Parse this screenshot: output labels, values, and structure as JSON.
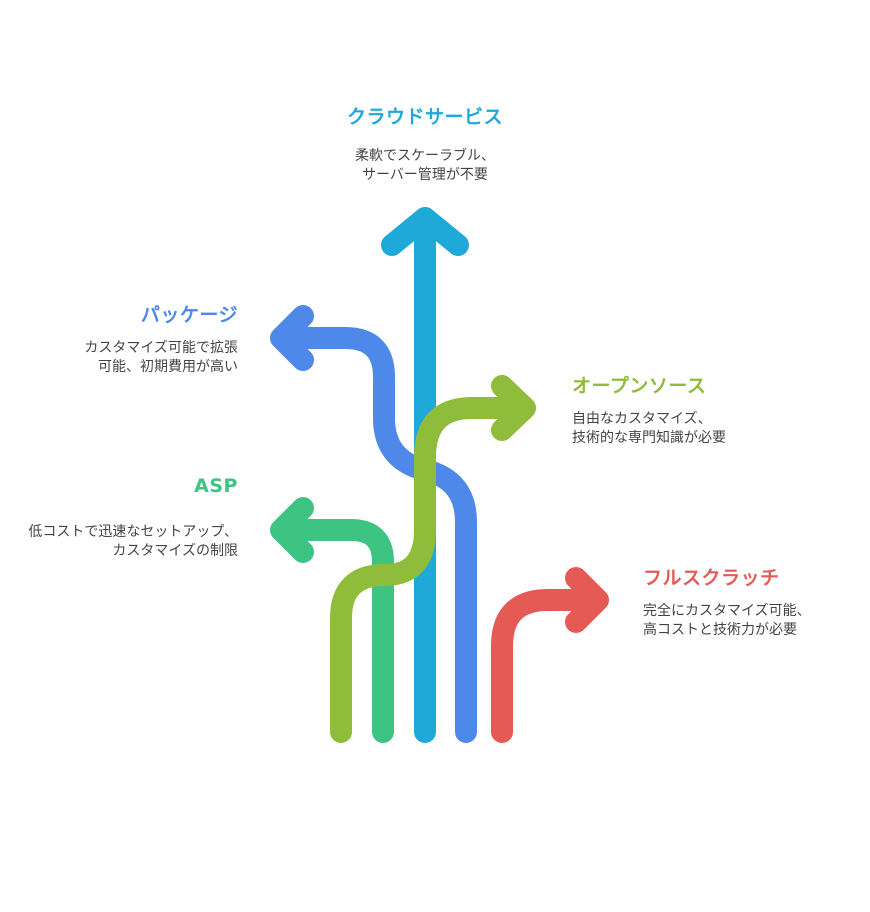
{
  "colors": {
    "cloud": "#1fa9d9",
    "package": "#4e88e8",
    "opensource": "#8fbc3a",
    "asp": "#3dc483",
    "scratch": "#e65a55"
  },
  "cloud": {
    "title": "クラウドサービス",
    "desc_line1": "柔軟でスケーラブル、",
    "desc_line2": "サーバー管理が不要"
  },
  "package": {
    "title": "パッケージ",
    "desc_line1": "カスタマイズ可能で拡張",
    "desc_line2": "可能、初期費用が高い"
  },
  "opensource": {
    "title": "オープンソース",
    "desc_line1": "自由なカスタマイズ、",
    "desc_line2": "技術的な専門知識が必要"
  },
  "asp": {
    "title": "ASP",
    "desc_line1": "低コストで迅速なセットアップ、",
    "desc_line2": "カスタマイズの制限"
  },
  "scratch": {
    "title": "フルスクラッチ",
    "desc_line1": "完全にカスタマイズ可能、",
    "desc_line2": "高コストと技術力が必要"
  }
}
